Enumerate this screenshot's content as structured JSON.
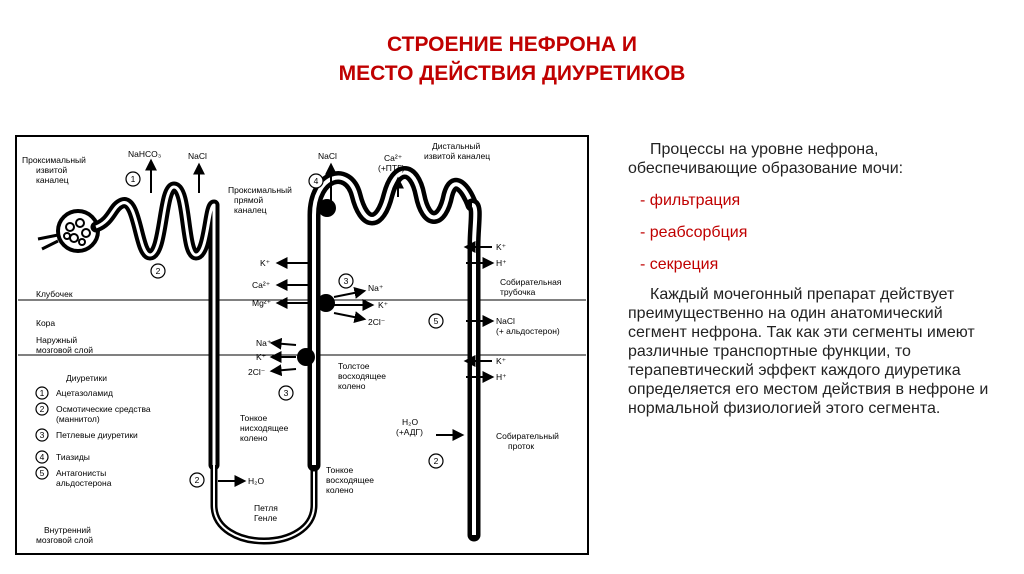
{
  "title": {
    "line1": "СТРОЕНИЕ НЕФРОНА И",
    "line2": "МЕСТО ДЕЙСТВИЯ ДИУРЕТИКОВ"
  },
  "panel": {
    "intro": "Процессы на уровне нефрона, обеспечивающие образование мочи:",
    "items": [
      "- фильтрация",
      "- реабсорбция",
      "- секреция"
    ],
    "paragraph": "Каждый мочегонный препарат действует преимущественно на один анатомический сегмент нефрона. Так как эти сегменты имеют различные транспортные функции, то терапевтический эффект каждого диуретика определяется его местом действия в нефроне и нормальной физиологией этого сегмента."
  },
  "diagram": {
    "labels": {
      "proximal_convoluted": [
        "Проксимальный",
        "извитой",
        "каналец"
      ],
      "proximal_straight": [
        "Проксимальный",
        "прямой",
        "каналец"
      ],
      "distal_convoluted": [
        "Дистальный",
        "извитой каналец"
      ],
      "glomerulus": "Клубочек",
      "cortex": "Кора",
      "outer_medulla": [
        "Наружный",
        "мозговой слой"
      ],
      "inner_medulla": [
        "Внутренний",
        "мозговой слой"
      ],
      "thick_ascending": [
        "Толстое",
        "восходящее",
        "колено"
      ],
      "thin_descending": [
        "Тонкое",
        "нисходящее",
        "колено"
      ],
      "thin_ascending": [
        "Тонкое",
        "восходящее",
        "колено"
      ],
      "henle_loop": [
        "Петля",
        "Генле"
      ],
      "collecting_tubule": [
        "Собирательная",
        "трубочка"
      ],
      "collecting_duct": [
        "Собирательный",
        "проток"
      ]
    },
    "ions": {
      "nahco3": "NaHCO₃",
      "nacl_1": "NaCl",
      "nacl_4": "NaCl",
      "ca_ptg": [
        "Ca²⁺",
        "(+ПТГ)"
      ],
      "k_left": "K⁺",
      "ca_left": "Ca²⁺",
      "mg_left": "Mg²⁺",
      "na_in": "Na⁺",
      "k_in": "K⁺",
      "cl_in": "2Cl⁻",
      "na_low": "Na⁺",
      "k_low": "K⁺",
      "cl_low": "2Cl⁻",
      "h2o_left": "H₂O",
      "k_r1": "K⁺",
      "h_r1": "H⁺",
      "nacl_aldo": [
        "NaCl",
        "(+ альдостерон)"
      ],
      "k_r2": "K⁺",
      "h_r2": "H⁺",
      "h2o_adh": [
        "H₂O",
        "(+АДГ)"
      ]
    },
    "site_numbers": {
      "s1": "1",
      "s2_prox": "2",
      "s3_upper": "3",
      "s3_lower": "3",
      "s4": "4",
      "s5": "5",
      "s2_left": "2",
      "s2_duct": "2"
    },
    "legend": {
      "heading": "Диуретики",
      "items": [
        {
          "num": "1",
          "text": [
            "Ацетазоламид"
          ]
        },
        {
          "num": "2",
          "text": [
            "Осмотические средства",
            "(маннитол)"
          ]
        },
        {
          "num": "3",
          "text": [
            "Петлевые диуретики"
          ]
        },
        {
          "num": "4",
          "text": [
            "Тиазиды"
          ]
        },
        {
          "num": "5",
          "text": [
            "Антагонисты",
            "альдостерона"
          ]
        }
      ]
    }
  }
}
